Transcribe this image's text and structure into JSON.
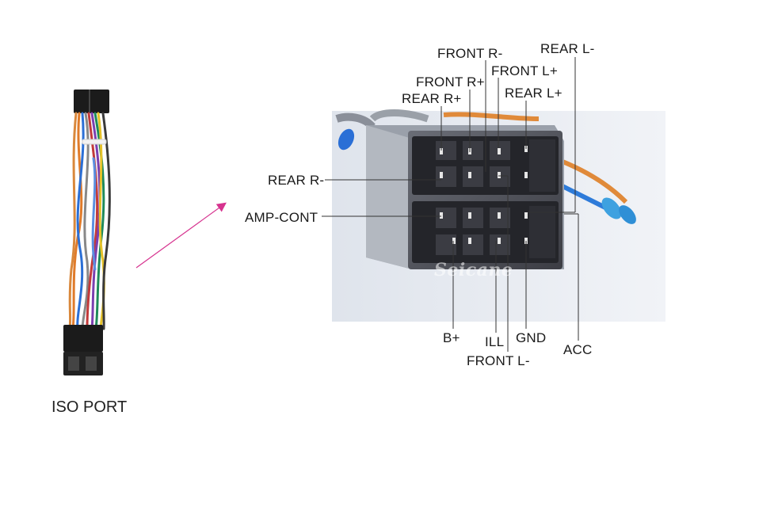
{
  "caption": "ISO PORT",
  "watermark": "Seicane",
  "colors": {
    "pointer_arrow": "#d6338f",
    "connector_body": "#4a4a52",
    "photo_bg": "#e8ecf2",
    "leader_line": "#333333"
  },
  "pins": {
    "front_r_minus": "FRONT R-",
    "rear_l_minus": "REAR L-",
    "front_r_plus": "FRONT R+",
    "front_l_plus": "FRONT L+",
    "rear_r_plus": "REAR R+",
    "rear_l_plus": "REAR L+",
    "rear_r_minus": "REAR R-",
    "amp_cont": "AMP-CONT",
    "b_plus": "B+",
    "ill": "ILL",
    "gnd": "GND",
    "acc": "ACC",
    "front_l_minus": "FRONT L-"
  }
}
